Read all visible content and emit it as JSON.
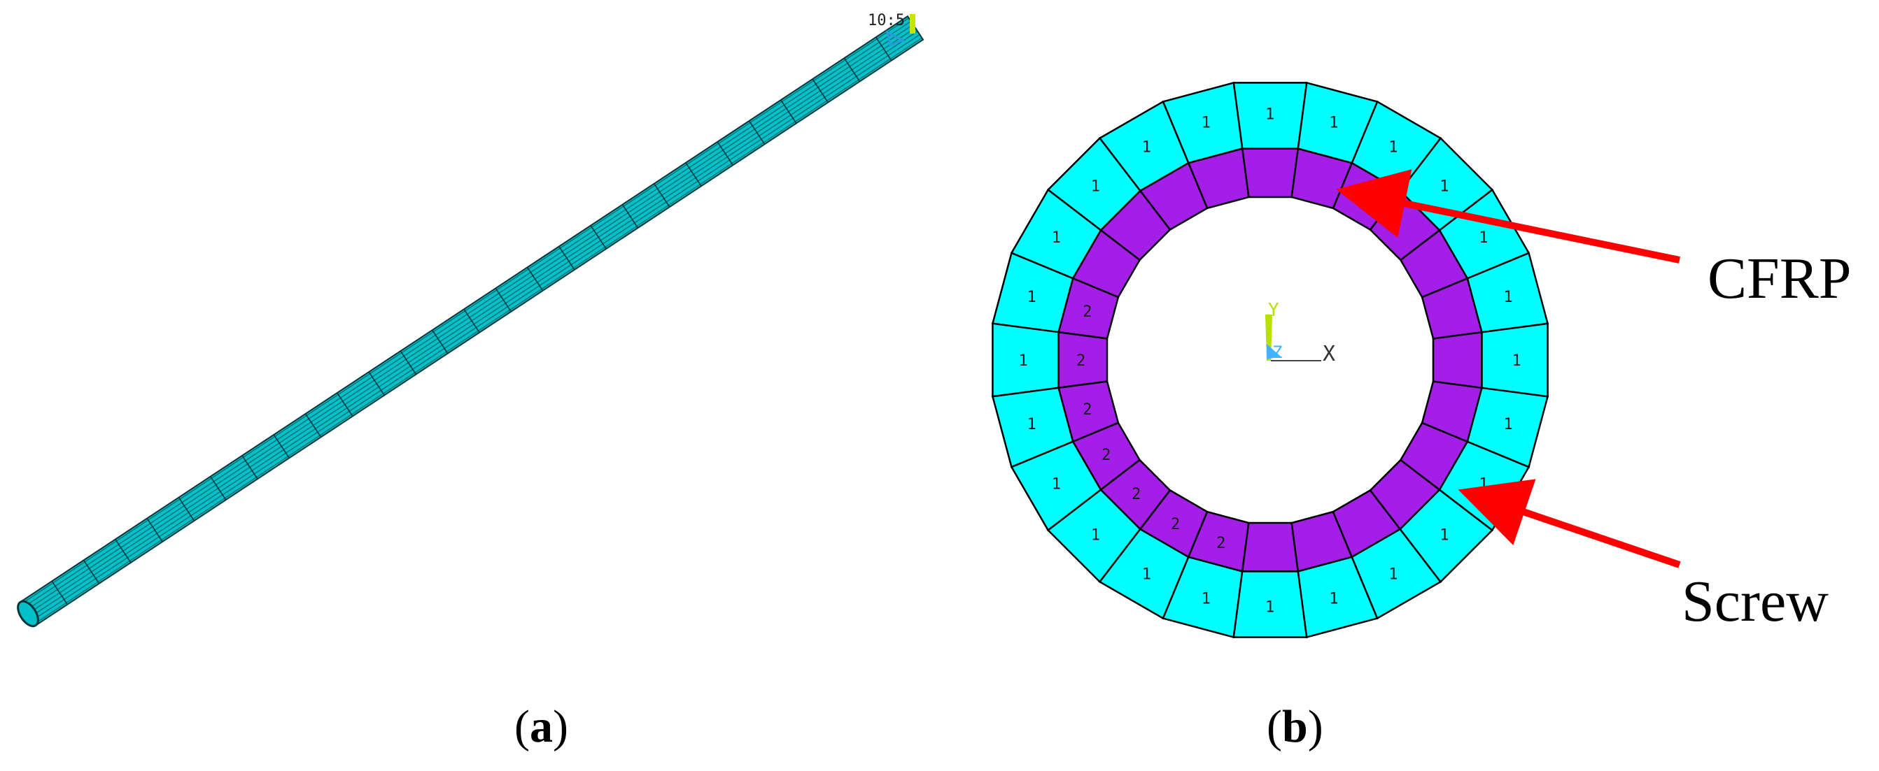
{
  "panels": [
    {
      "id": "a",
      "caption_label": "a",
      "corner_text": "10:5",
      "tube_colors": {
        "fill": "#00c0c8",
        "grid": "#0a3a40",
        "edge": "#003538"
      }
    },
    {
      "id": "b",
      "caption_label": "b",
      "ring_colors": {
        "outer": "#00ffff",
        "inner": "#a31ee6",
        "edge": "#000000"
      },
      "outer_material_id": "1",
      "inner_material_id": "2",
      "axis": {
        "y_label": "Y",
        "z_label": "Z",
        "x_label": "X"
      },
      "callouts": {
        "inner_label": "CFRP",
        "outer_label": "Screw",
        "arrow_color": "#ff0000"
      }
    }
  ]
}
